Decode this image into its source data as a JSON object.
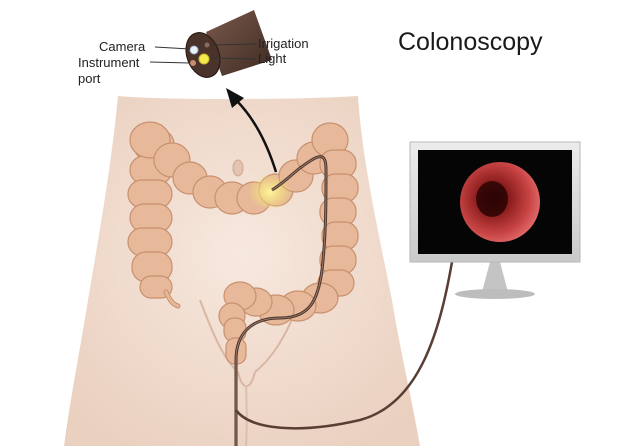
{
  "title": "Colonoscopy",
  "labels": {
    "camera": "Camera",
    "instrument_port_line1": "Instrument",
    "instrument_port_line2": "port",
    "irrigation": "Irrigation",
    "light": "Light"
  },
  "colors": {
    "skin": "#f2ddd0",
    "colon": "#e7b99a",
    "colon_shadow": "#c8906e",
    "scope": "#5a3e33",
    "monitor_frame": "#d9d9d9",
    "monitor_screen": "#0a0a0a",
    "lumen": "#c23a3a",
    "highlight": "#f3e65a"
  }
}
